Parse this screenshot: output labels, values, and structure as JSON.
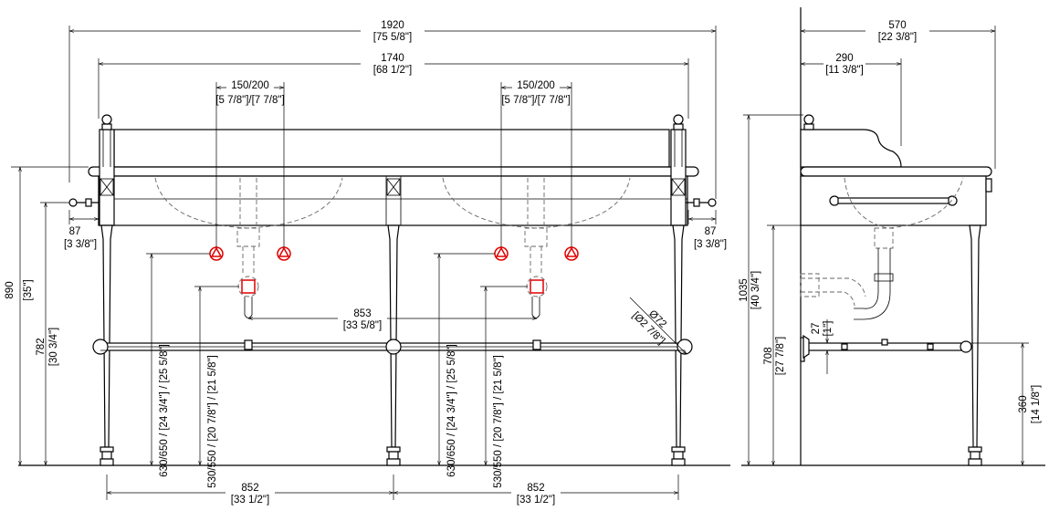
{
  "dimensions": {
    "overall_width": {
      "mm": "1920",
      "inch": "[75 5/8\"]"
    },
    "top_width": {
      "mm": "1740",
      "inch": "[68 1/2\"]"
    },
    "tap_spacing_left": {
      "mm": "150/200",
      "inch": "[5 7/8\"]/[7 7/8\"]"
    },
    "tap_spacing_right": {
      "mm": "150/200",
      "inch": "[5 7/8\"]/[7 7/8\"]"
    },
    "overhang_left": {
      "mm": "87",
      "inch": "[3 3/8\"]"
    },
    "overhang_right": {
      "mm": "87",
      "inch": "[3 3/8\"]"
    },
    "total_height": {
      "mm": "890",
      "inch": "[35\"]"
    },
    "counter_height": {
      "mm": "782",
      "inch": "[30 3/4\"]"
    },
    "basin_centers": {
      "mm": "853",
      "inch": "[33 5/8\"]"
    },
    "supply_height_left": {
      "mm": "630/650 / [24 3/4\"] / [25 5/8\"]"
    },
    "drain_height_left": {
      "mm": "530/550 / [20 7/8\"] / [21 5/8\"]"
    },
    "supply_height_right": {
      "mm": "630/650 / [24 3/4\"] / [25 5/8\"]"
    },
    "drain_height_right": {
      "mm": "530/550 / [20 7/8\"] / [21 5/8\"]"
    },
    "drain_diameter": {
      "mm": "Ø72",
      "inch": "[Ø2 7/8\"]"
    },
    "bay_left": {
      "mm": "852",
      "inch": "[33 1/2\"]"
    },
    "bay_right": {
      "mm": "852",
      "inch": "[33 1/2\"]"
    },
    "side_depth": {
      "mm": "570",
      "inch": "[22 3/8\"]"
    },
    "side_backsplash": {
      "mm": "290",
      "inch": "[11 3/8\"]"
    },
    "side_total_height": {
      "mm": "1035",
      "inch": "[40 3/4\"]"
    },
    "side_apron_height": {
      "mm": "708",
      "inch": "[27 7/8\"]"
    },
    "side_rail_thickness": {
      "mm": "27",
      "inch": "[1\"]"
    },
    "side_rail_height": {
      "mm": "360",
      "inch": "[14 1/8\"]"
    }
  },
  "colors": {
    "line": "#000000",
    "hidden": "#666666",
    "service_markers": "#e00000"
  }
}
